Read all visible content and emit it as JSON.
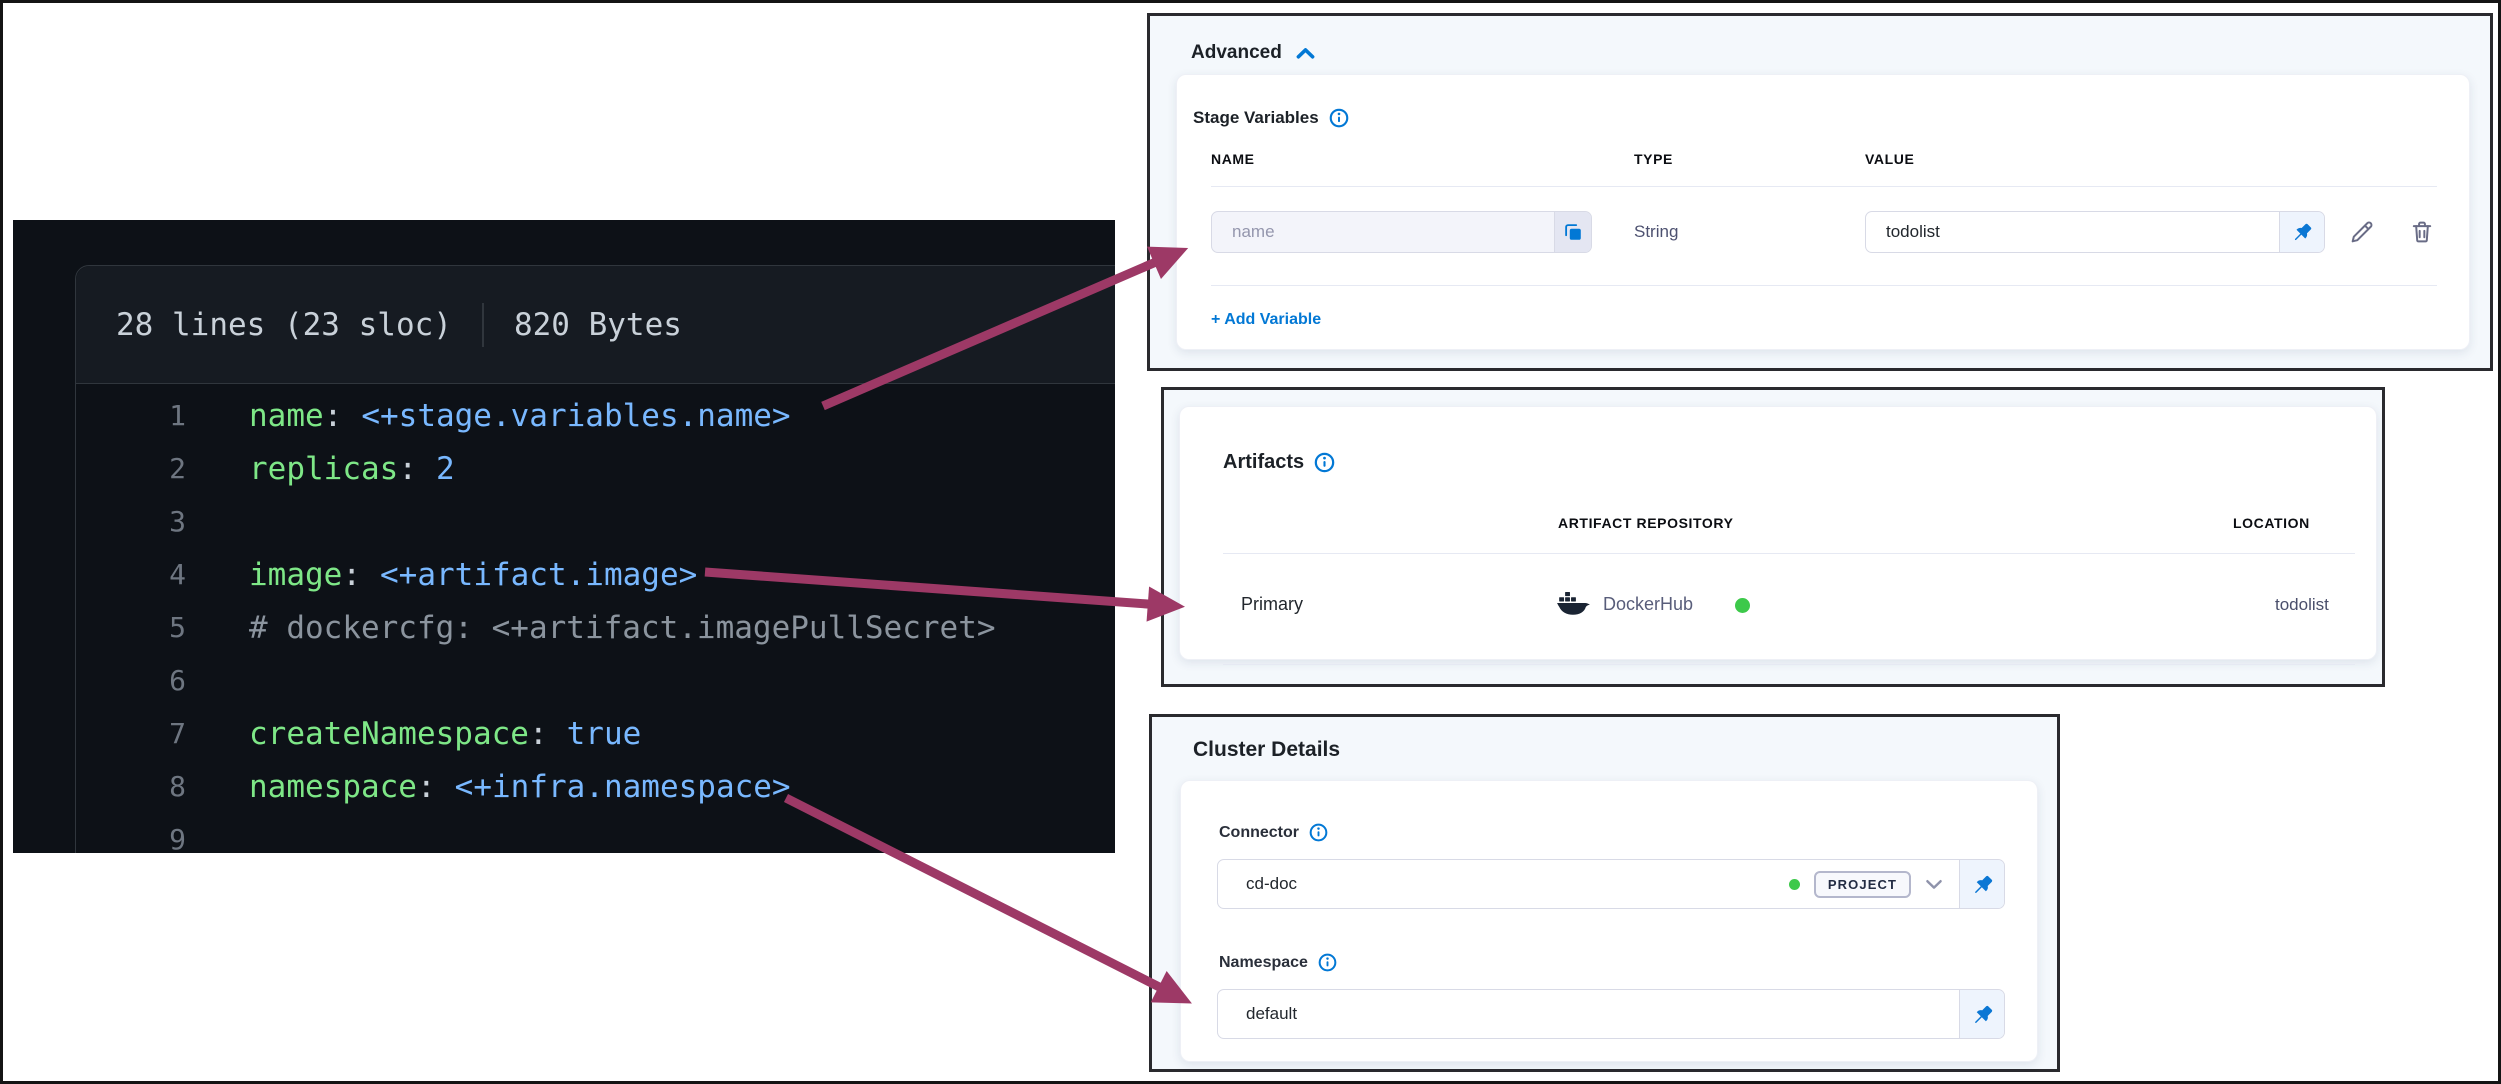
{
  "colors": {
    "accent_blue": "#0278d5",
    "arrow_magenta": "#9d3966",
    "status_green": "#3dc94a",
    "code_key_green": "#7ee787",
    "code_value_blue": "#79b8ff",
    "code_comment_gray": "#8b949e",
    "code_background": "#0d1117"
  },
  "code_panel": {
    "meta_lines": "28 lines (23 sloc)",
    "meta_size": "820 Bytes",
    "lines": [
      {
        "num": "1",
        "key": "name",
        "colon": ":",
        "value": "<+stage.variables.name>"
      },
      {
        "num": "2",
        "key": "replicas",
        "colon": ":",
        "value": "2"
      },
      {
        "num": "3"
      },
      {
        "num": "4",
        "key": "image",
        "colon": ":",
        "value": "<+artifact.image>"
      },
      {
        "num": "5",
        "comment": "# dockercfg: <+artifact.imagePullSecret>"
      },
      {
        "num": "6"
      },
      {
        "num": "7",
        "key": "createNamespace",
        "colon": ":",
        "value": "true"
      },
      {
        "num": "8",
        "key": "namespace",
        "colon": ":",
        "value": "<+infra.namespace>"
      },
      {
        "num": "9"
      }
    ]
  },
  "advanced_panel": {
    "title": "Advanced",
    "card_title": "Stage Variables",
    "col_name": "NAME",
    "col_type": "TYPE",
    "col_value": "VALUE",
    "row_name_placeholder": "name",
    "row_type": "String",
    "row_value": "todolist",
    "add_variable": "+ Add Variable"
  },
  "artifacts_panel": {
    "title": "Artifacts",
    "col_repo": "ARTIFACT REPOSITORY",
    "col_location": "LOCATION",
    "row_label": "Primary",
    "row_repo": "DockerHub",
    "row_location": "todolist"
  },
  "cluster_panel": {
    "title": "Cluster Details",
    "connector_label": "Connector",
    "connector_value": "cd-doc",
    "scope_badge": "PROJECT",
    "namespace_label": "Namespace",
    "namespace_value": "default"
  }
}
